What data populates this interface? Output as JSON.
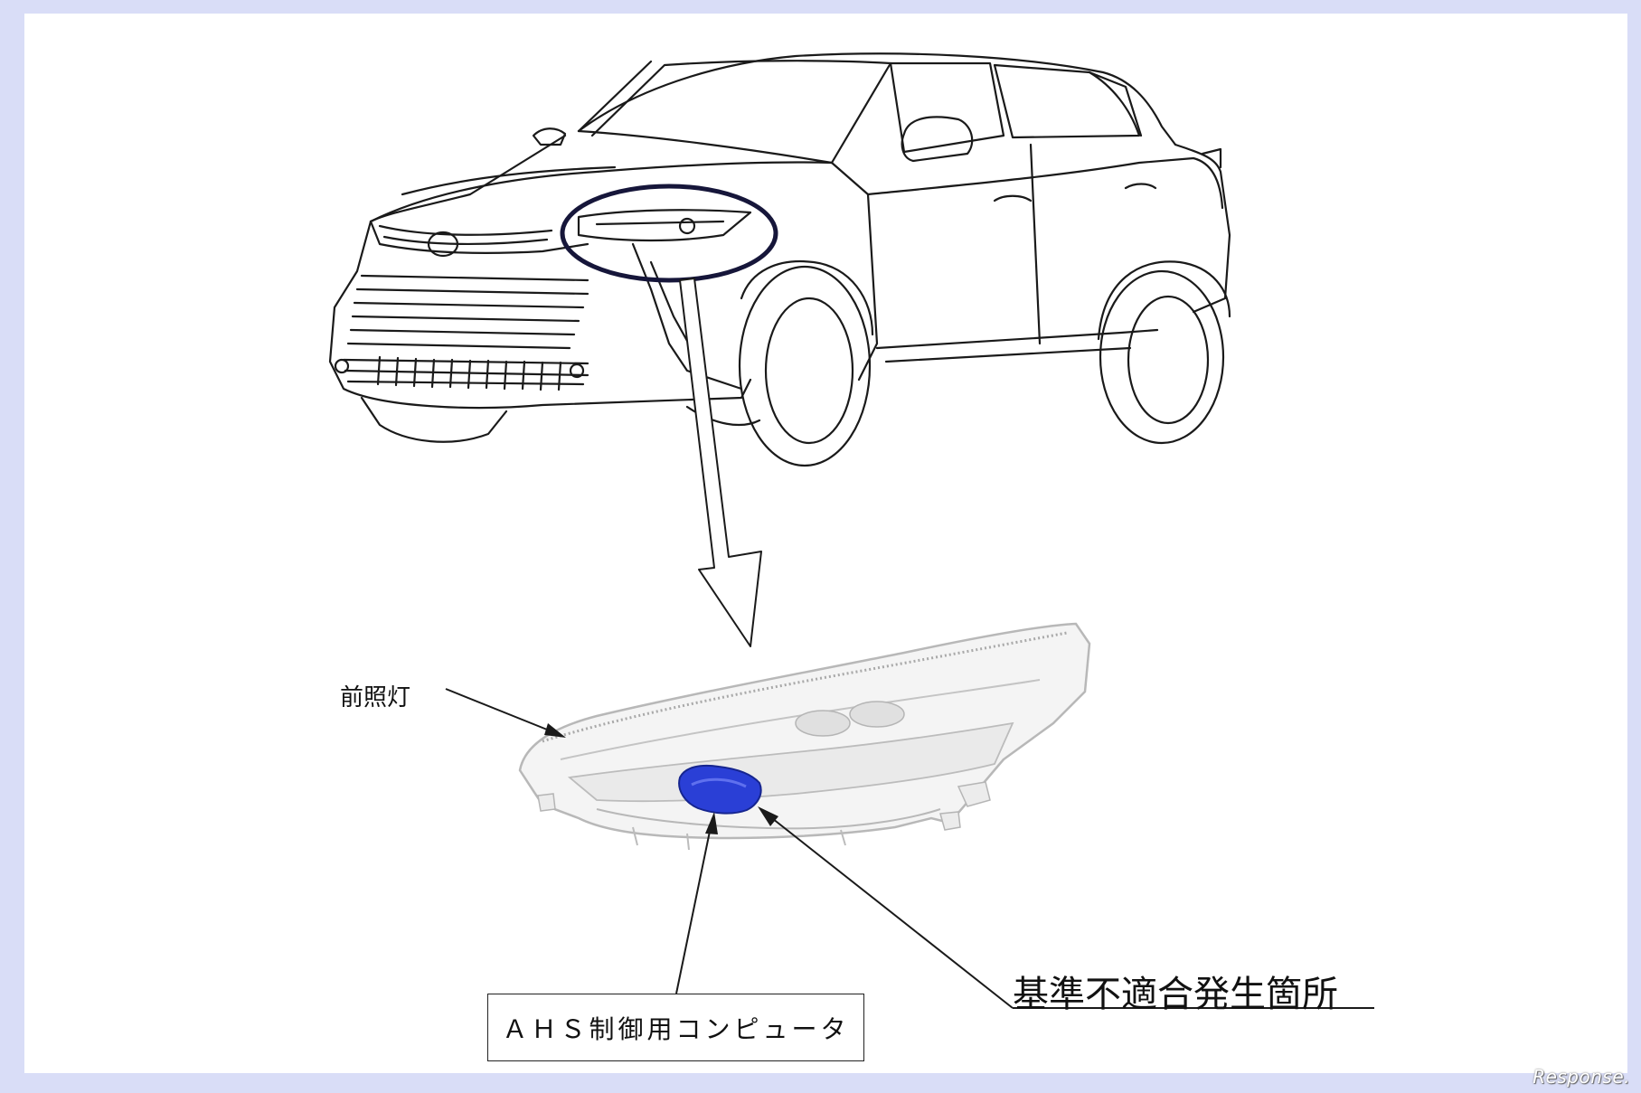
{
  "colors": {
    "background": "#d9ddf7",
    "panel": "#ffffff",
    "line": "#1a1a1a",
    "highlight_ring": "#16163a",
    "computer_part": "#2a3fd6"
  },
  "labels": {
    "headlamp": "前照灯",
    "computer": "ＡＨＳ制御用コンピュータ",
    "defect_location": "基準不適合発生箇所"
  },
  "watermark": "Response."
}
